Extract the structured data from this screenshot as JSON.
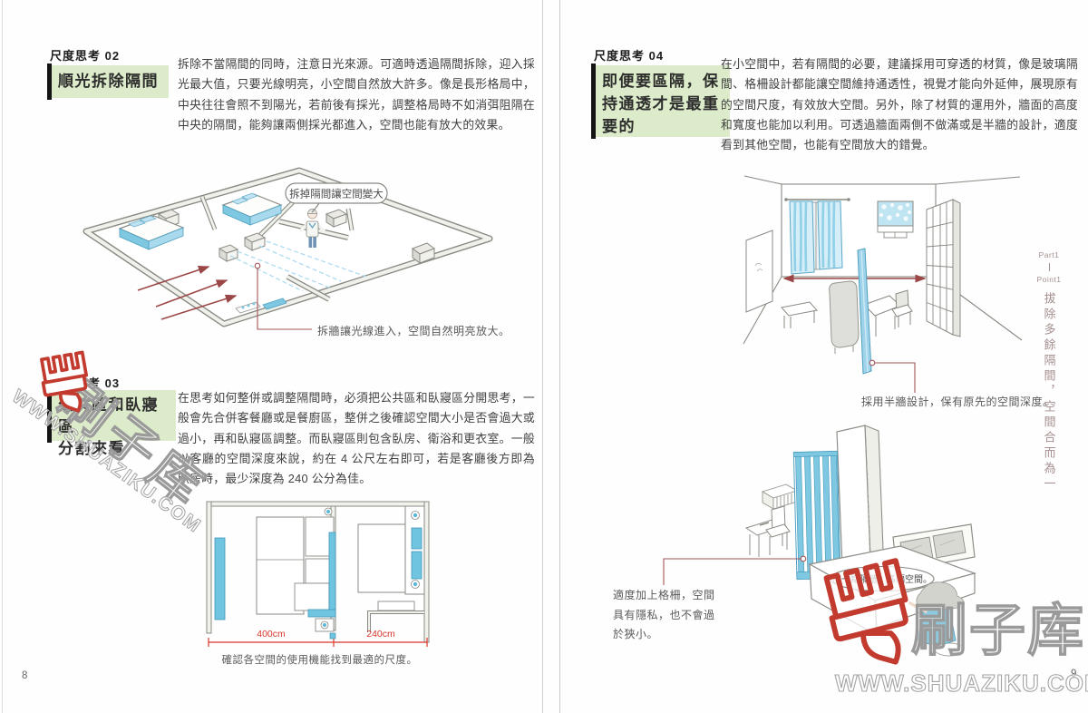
{
  "colors": {
    "highlight_green": "#dcebc9",
    "diagram_blue": "#7fc8e2",
    "accent_red": "#9c4747",
    "dimension_red": "#d9362b",
    "margin_mauve": "#a58f8f",
    "watermark_red": "#c23b2e"
  },
  "left_page": {
    "page_number": "8",
    "section1": {
      "kicker": "尺度思考 02",
      "title": "順光拆除隔間",
      "body": "拆除不當隔間的同時，注意日光來源。可適時透過隔間拆除，迎入採光最大值，只要光線明亮，小空間自然放大許多。像是長形格局中，中央往往會照不到陽光，若前後有採光，調整格局時不如消弭阻隔在中央的隔間，能夠讓兩側採光都進入，空間也能有放大的效果。",
      "diagram": {
        "bubble": "拆掉隔間讓空間變大",
        "caption": "拆牆讓光線進入，空間自然明亮放大。"
      }
    },
    "section2": {
      "kicker": "尺度思考 03",
      "title_line1": "公共區和臥寢區",
      "title_line2": "分割來看",
      "body": "在思考如何整併或調整隔間時，必須把公共區和臥寢區分開思考，一般會先合併客餐廳或是餐廚區，整併之後確認空間大小是否會過大或過小，再和臥寢區調整。而臥寢區則包含臥房、衛浴和更衣室。一般以客廳的空間深度來說，約在 4 公尺左右即可，若是客廳後方即為臥房時，最少深度為 240 公分為佳。",
      "diagram": {
        "dim_left": "400cm",
        "dim_right": "240cm",
        "caption": "確認各空間的使用機能找到最適的尺度。"
      }
    }
  },
  "right_page": {
    "page_number": "9",
    "section": {
      "kicker": "尺度思考 04",
      "title_line1": "即便要區隔，保",
      "title_line2": "持通透才是最重",
      "title_line3": "要的",
      "body": "在小空間中，若有隔間的必要，建議採用可穿透的材質，像是玻璃隔間、格柵設計都能讓空間維持通透性，視覺才能向外延伸，展現原有的空間尺度，有效放大空間。另外，除了材質的運用外，牆面的高度和寬度也能加以利用。可透過牆面兩側不做滿或是半牆的設計，適度看到其他空間，也能有空間放大的錯覺。"
    },
    "margin": {
      "part": "Part1",
      "point": "Point1",
      "vertical_title": "拔除多餘隔間，空間合而為一"
    },
    "diagram_top": {
      "caption": "採用半牆設計，保有原先的空間深度。"
    },
    "diagram_bottom": {
      "bubble": "加一點隔牆，區隔空間。",
      "caption_line1": "適度加上格柵，空間",
      "caption_line2": "具有隱私，也不會過",
      "caption_line3": "於狹小。"
    }
  },
  "watermark": {
    "brand": "刷子库",
    "url": "WWW.SHUAZIKU.COM"
  }
}
